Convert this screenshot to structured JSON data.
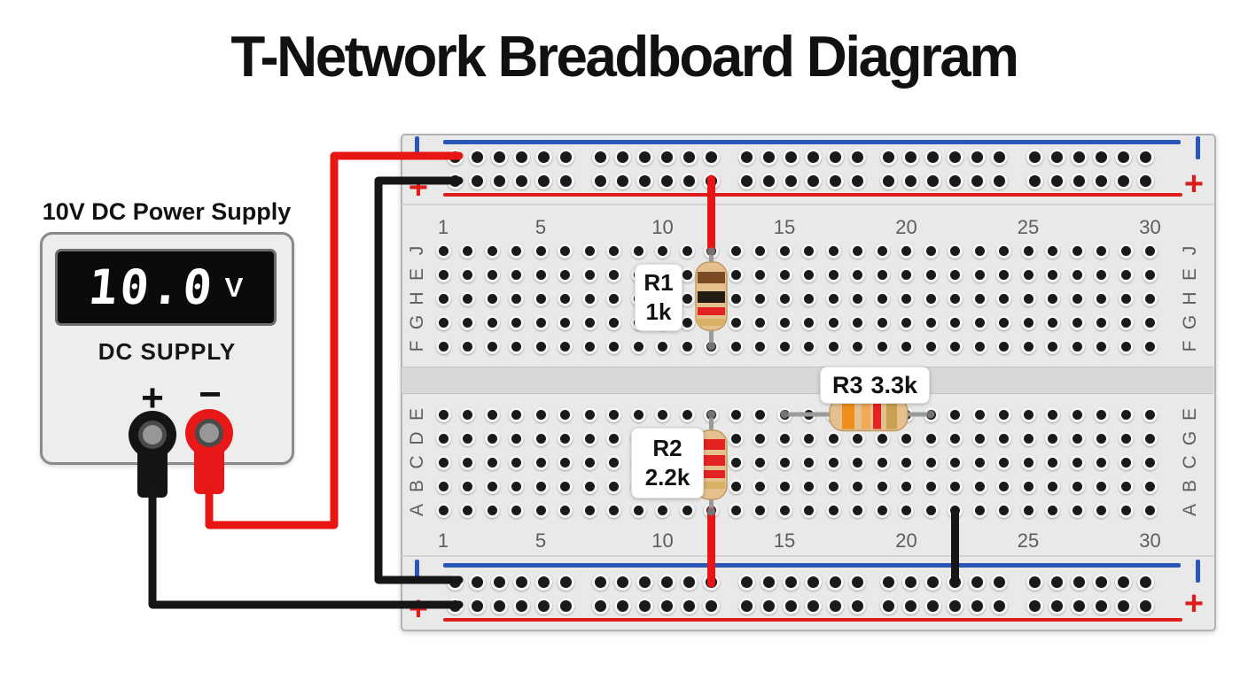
{
  "title": "T-Network Breadboard Diagram",
  "power_supply": {
    "label": "10V DC Power Supply",
    "display_value": "10.0",
    "display_unit": "V",
    "panel_text": "DC SUPPLY",
    "positive_symbol": "+",
    "negative_symbol": "−"
  },
  "breadboard": {
    "column_numbers": [
      1,
      5,
      10,
      15,
      20,
      25,
      30
    ],
    "row_labels": {
      "top_left": [
        "J",
        "E",
        "H",
        "G",
        "F"
      ],
      "top_right": [
        "J",
        "E",
        "H",
        "G",
        "F"
      ],
      "bottom_left": [
        "E",
        "D",
        "C",
        "B",
        "A"
      ],
      "bottom_right": [
        "E",
        "G",
        "C",
        "B",
        "A"
      ]
    },
    "rail_plus_symbol": "+"
  },
  "components": {
    "r1": {
      "designator": "R1",
      "value": "1k",
      "bands": [
        "#7b4b26",
        "#221c15",
        "#e32222",
        "#d7b066"
      ]
    },
    "r2": {
      "designator": "R2",
      "value": "2.2k",
      "bands": [
        "#e32222",
        "#e32222",
        "#e32222",
        "#d7b066"
      ]
    },
    "r3": {
      "designator": "R3",
      "value": "3.3k",
      "bands": [
        "#ef8c1a",
        "#f0aa55",
        "#e32222",
        "#c9a050"
      ]
    }
  },
  "wires": [
    {
      "id": "red-supply-wire",
      "color_key": "wire_red"
    },
    {
      "id": "black-supply-wire",
      "color_key": "wire_black"
    },
    {
      "id": "black-rail-link-wire",
      "color_key": "wire_black"
    },
    {
      "id": "red-jumper-top",
      "color_key": "wire_red"
    },
    {
      "id": "red-jumper-bottom",
      "color_key": "wire_red"
    },
    {
      "id": "black-jumper",
      "color_key": "wire_black"
    }
  ],
  "colors": {
    "wire_red": "#e81515",
    "wire_black": "#161616",
    "rail_blue": "#2a56b8",
    "rail_red": "#dd1c1c",
    "resistor_body": "#e5c08e",
    "resistor_body_edge": "#c09a63",
    "lead": "#9a9a9a",
    "lead_cap": "#737373"
  }
}
